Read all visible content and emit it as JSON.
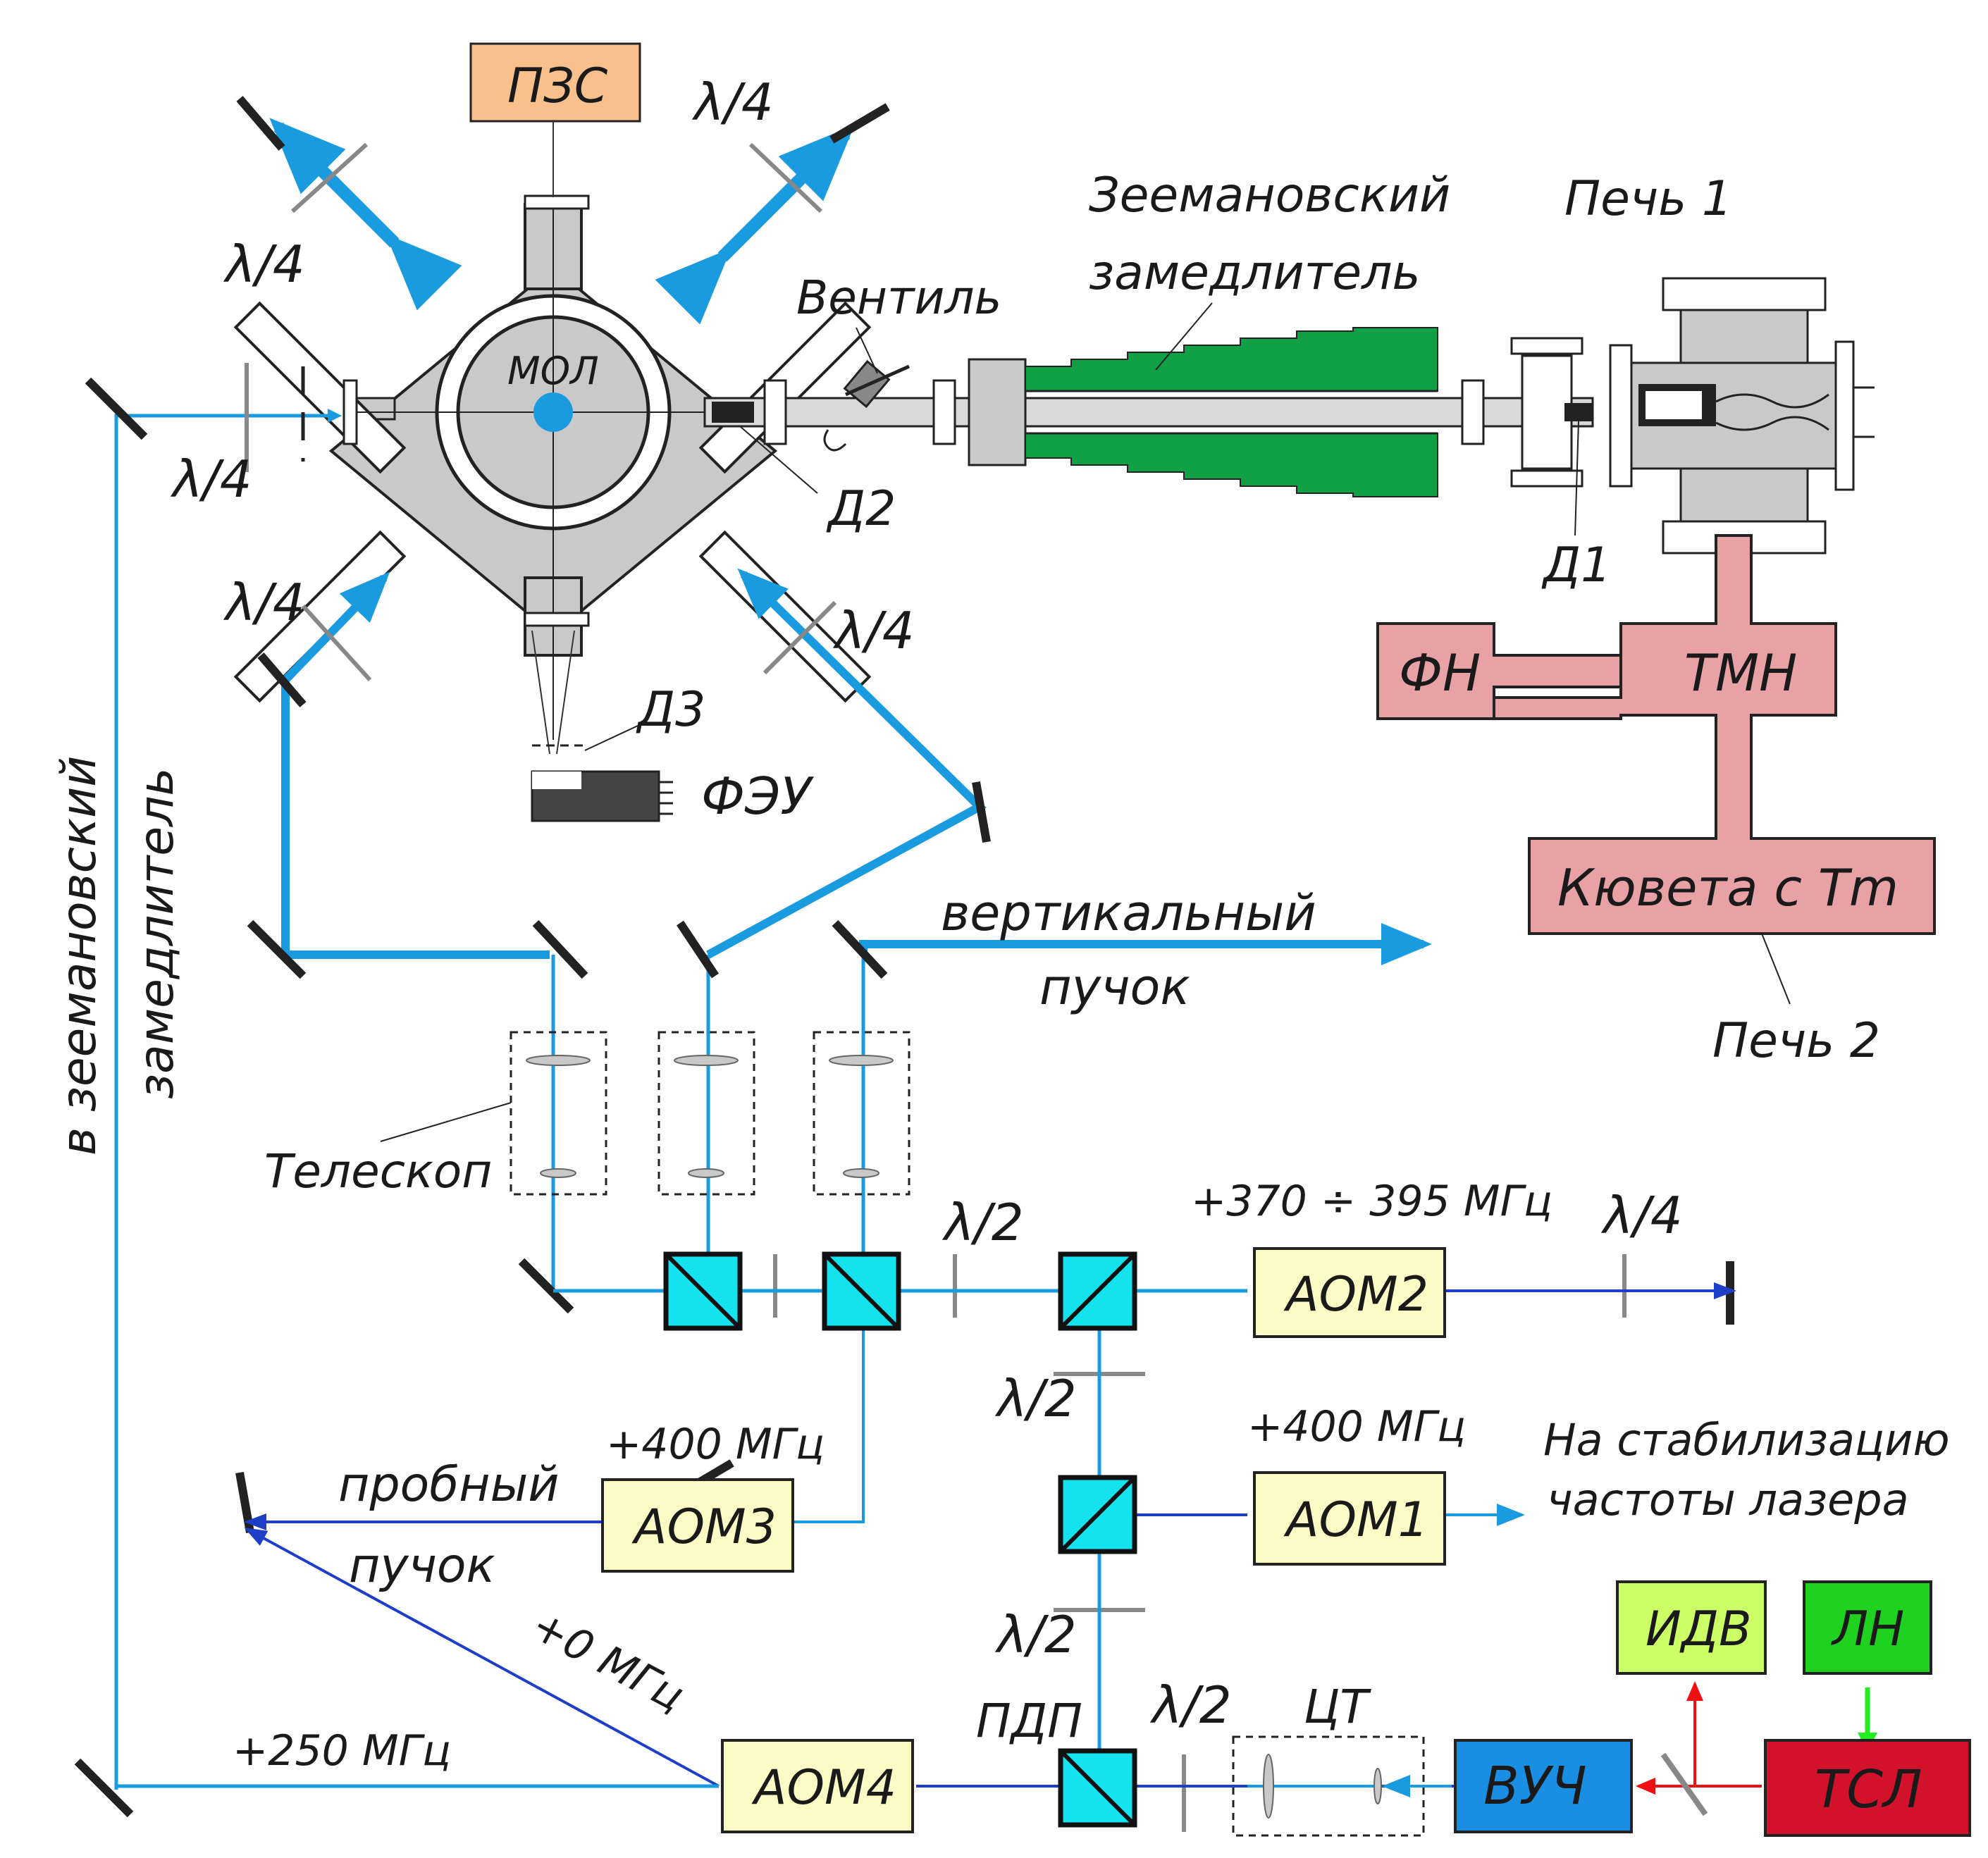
{
  "labels": {
    "pzs": "ПЗС",
    "mol": "МОЛ",
    "qw": "λ/4",
    "hw": "λ/2",
    "zeeman": [
      "Зеемановский",
      "замедлитель"
    ],
    "oven1": "Печь 1",
    "valve": "Вентиль",
    "d1": "Д1",
    "d2": "Д2",
    "d3": "Д3",
    "pmt": "ФЭУ",
    "fn": "ФН",
    "tmn": "ТМН",
    "cell": "Кювета с Tm",
    "oven2": "Печь 2",
    "vertical_beam": [
      "вертикальный",
      "пучок"
    ],
    "telescope": "Телескоп",
    "to_zeeman": [
      "в зеемановский",
      "замедлитель"
    ],
    "f_aom2": "+370 ÷ 395 МГц",
    "f_aom3": "+400 МГц",
    "f_aom1": "+400 МГц",
    "probe_beam": [
      "пробный",
      "пучок"
    ],
    "stabilization": [
      "На стабилизацию",
      "частоты лазера"
    ],
    "f_zero": "+0 МГц",
    "f_250": "+250 МГц",
    "pdp": "ПДП",
    "ct": "ЦТ"
  },
  "blocks": {
    "aom1": "АОМ1",
    "aom2": "АОМ2",
    "aom3": "АОМ3",
    "aom4": "АОМ4",
    "vuch": "ВУЧ",
    "tsl": "ТСЛ",
    "idv": "ИДВ",
    "ln": "ЛН"
  },
  "colors": {
    "beam_light": "#1a9be0",
    "beam_dark": "#1e3ec8",
    "chamber": "#c9c9c9",
    "slower_green": "#11a046",
    "vacuum_pink": "#e8a2a6",
    "aom_yellow": "#fbfbc6",
    "cube_cyan": "#14e3ee",
    "pzs_orange": "#f8c08c",
    "vuch_blue": "#1a8ee2",
    "tsl_red": "#d1122a",
    "idv_lime": "#ccff66",
    "ln_green": "#1fd21f",
    "red_arrow": "#ee1111",
    "green_arrow": "#22ee22"
  }
}
